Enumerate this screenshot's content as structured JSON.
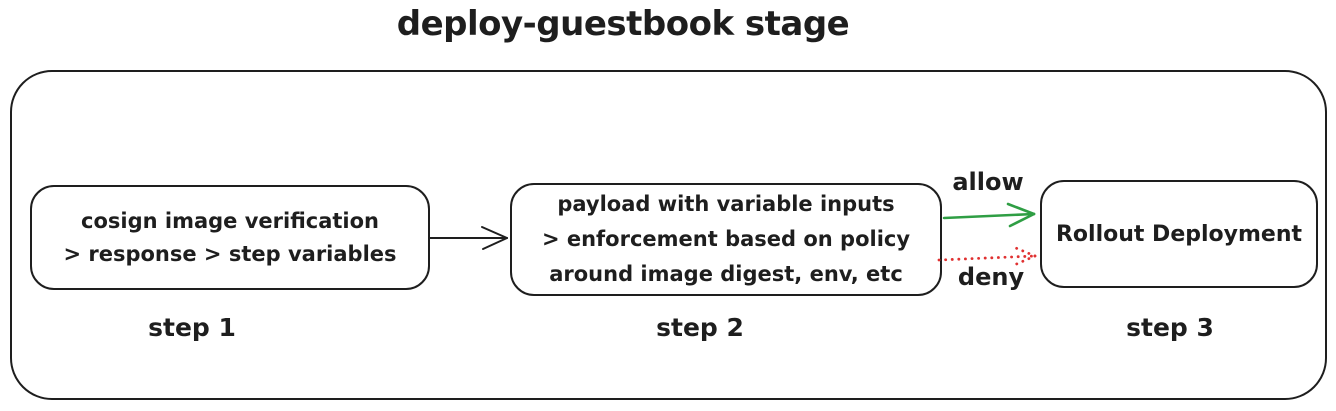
{
  "title": "deploy-guestbook stage",
  "colors": {
    "stroke": "#1e1e1e",
    "allow_green": "#2f9e44",
    "deny_red": "#e03131",
    "background": "#ffffff"
  },
  "steps": [
    {
      "label": "step 1",
      "lines": [
        "cosign image verification",
        "> response > step variables"
      ]
    },
    {
      "label": "step 2",
      "lines": [
        "payload with variable inputs",
        "> enforcement based on policy",
        "around image digest, env, etc"
      ]
    },
    {
      "label": "step 3",
      "lines": [
        "Rollout Deployment"
      ]
    }
  ],
  "edges": {
    "step1_to_step2": {
      "label": "",
      "style": "solid-black",
      "from": "step 1",
      "to": "step 2"
    },
    "allow": {
      "label": "allow",
      "style": "solid-green",
      "from": "step 2",
      "to": "step 3"
    },
    "deny": {
      "label": "deny",
      "style": "dotted-red",
      "from": "step 2",
      "to": "step 3"
    }
  }
}
